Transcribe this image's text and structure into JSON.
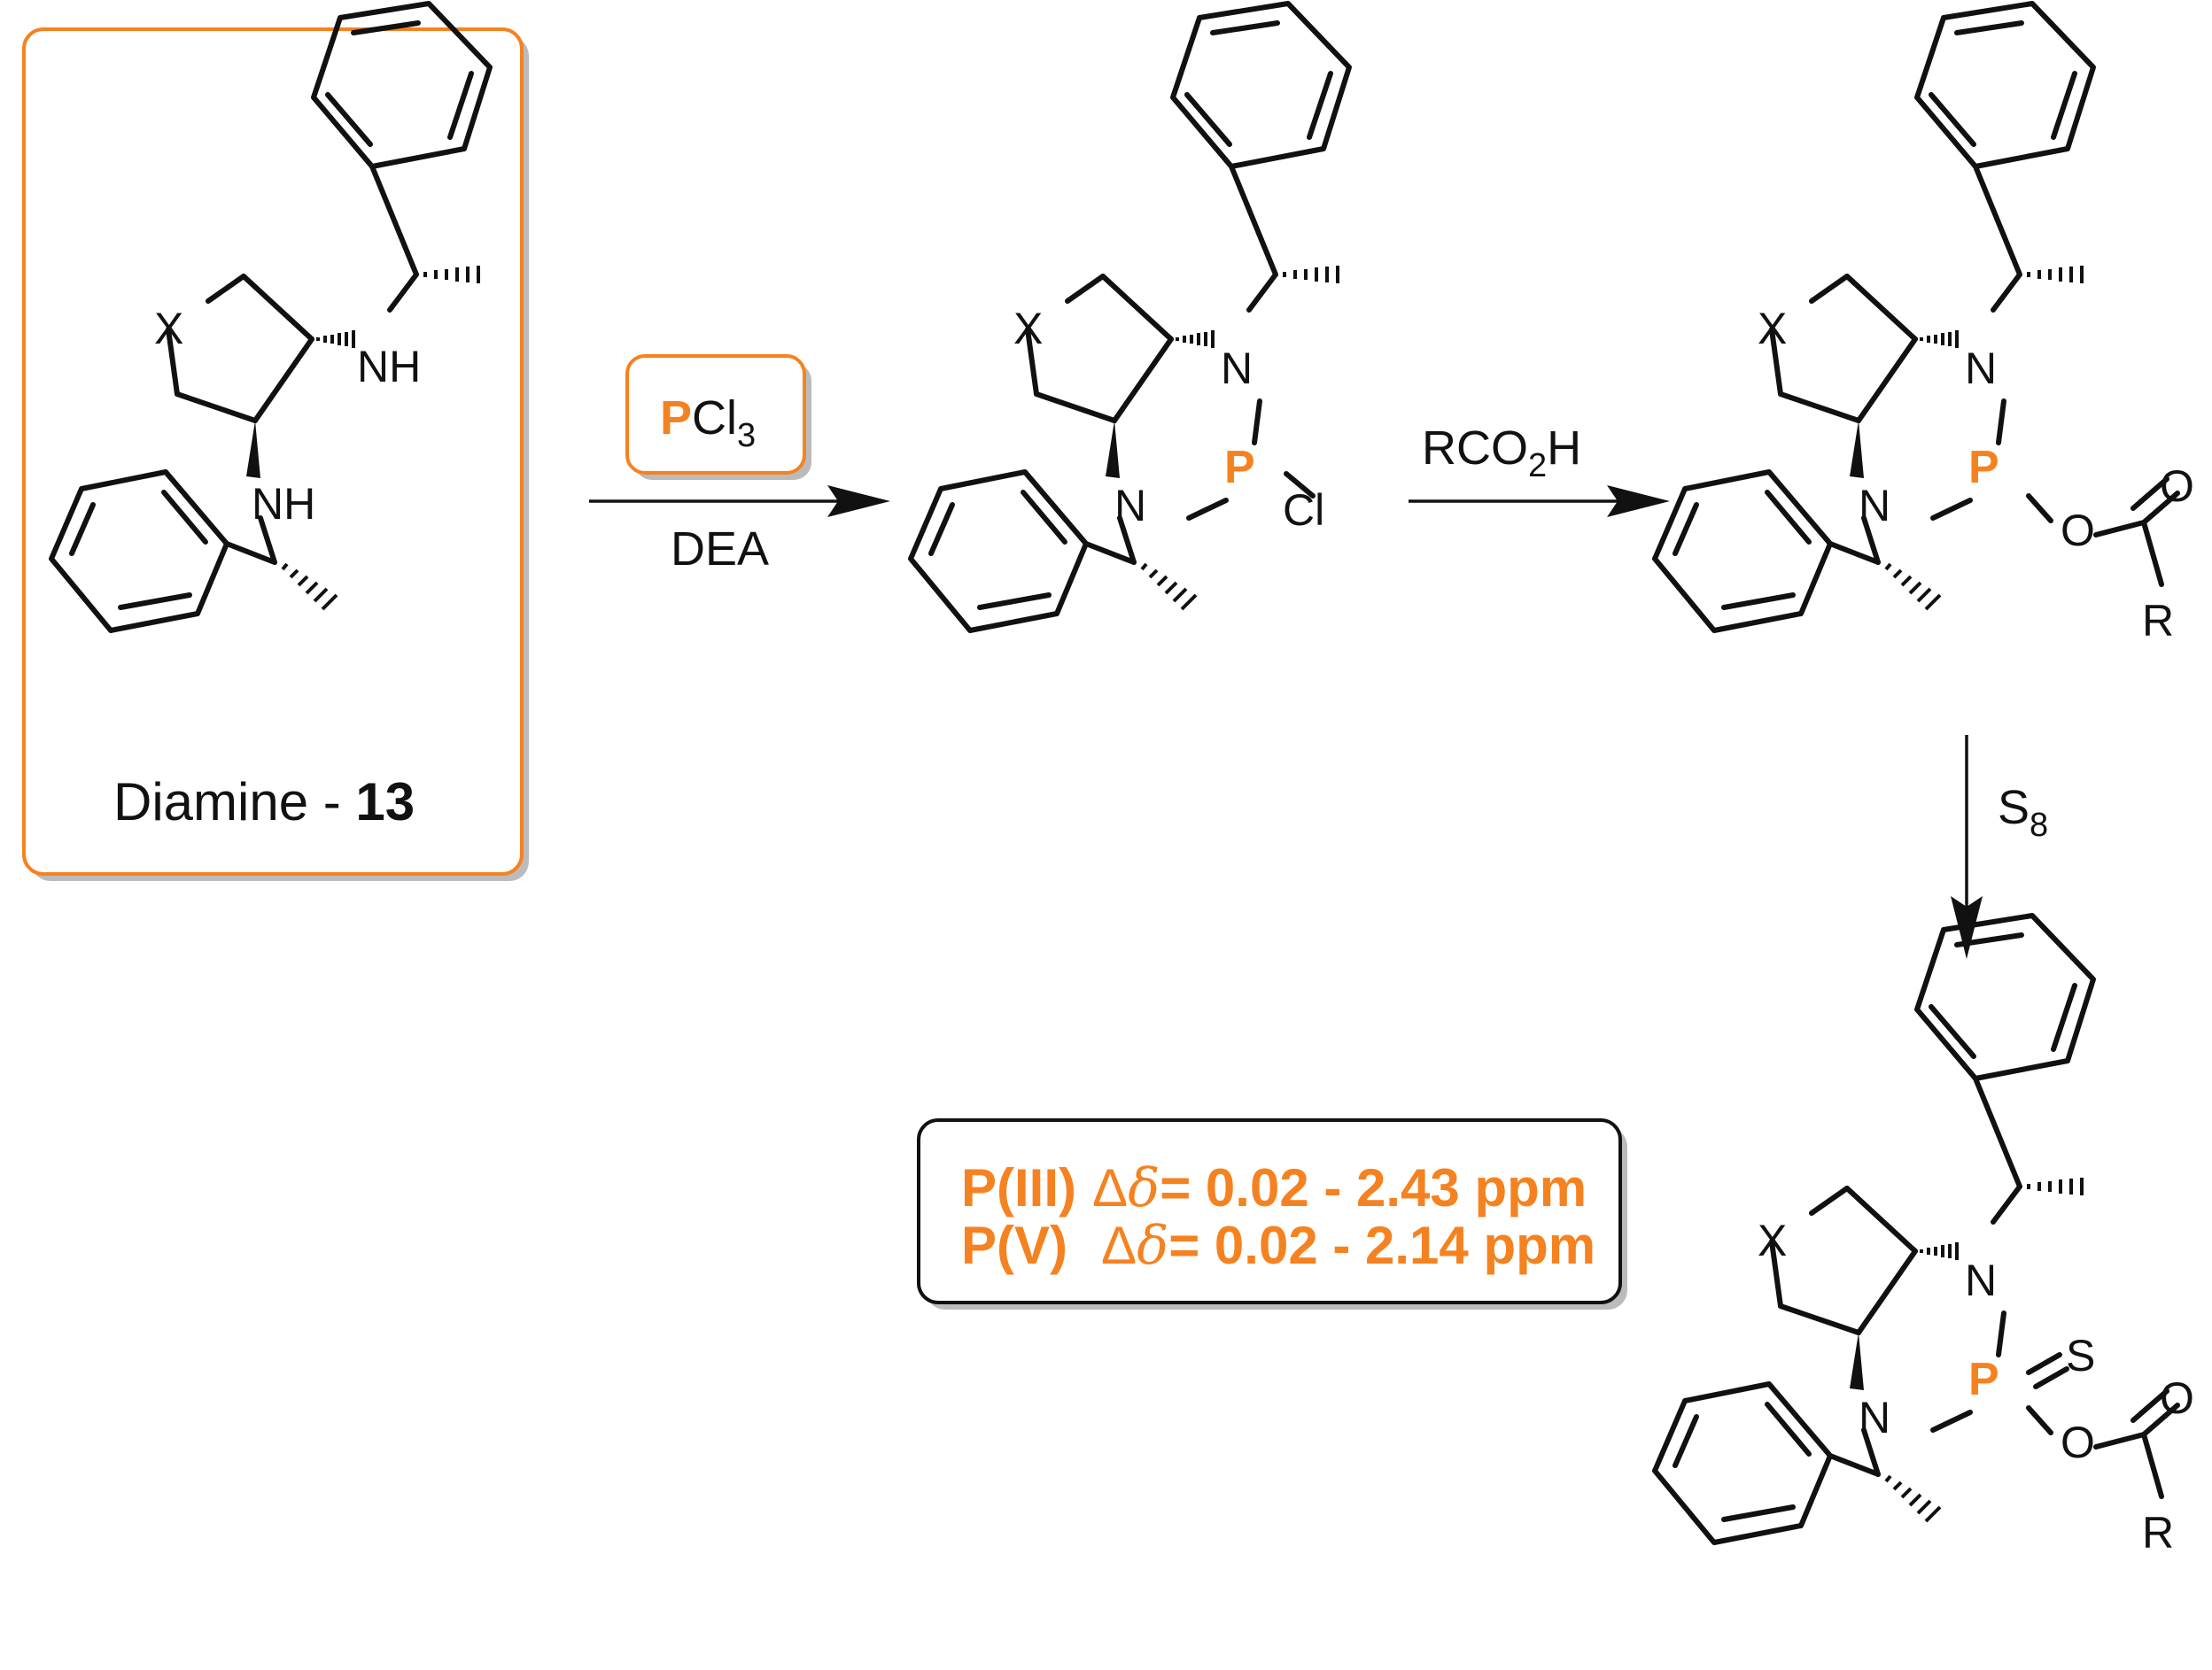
{
  "colors": {
    "accent": "#f58220",
    "ink": "#111111"
  },
  "atoms": {
    "x": "X",
    "nh": "NH",
    "n": "N",
    "p": "P",
    "cl": "Cl",
    "o": "O",
    "s": "S",
    "r": "R"
  },
  "starting_material": {
    "name": "Diamine - ",
    "number": "13"
  },
  "step1": {
    "reagent_p": "P",
    "reagent_rest": "Cl",
    "reagent_sub": "3",
    "below": "DEA"
  },
  "step2": {
    "reagent_main": "RCO",
    "reagent_sub": "2",
    "reagent_tail": "H"
  },
  "step3": {
    "reagent_main": "S",
    "reagent_sub": "8"
  },
  "result_box": {
    "line1": {
      "label": "P(III)",
      "delta": "Δ",
      "symbol": "δ",
      "value": "= 0.02 - 2.43 ppm"
    },
    "line2": {
      "label": "P(V)",
      "delta": "Δ",
      "symbol": "δ",
      "value": "= 0.02 - 2.14 ppm"
    }
  }
}
